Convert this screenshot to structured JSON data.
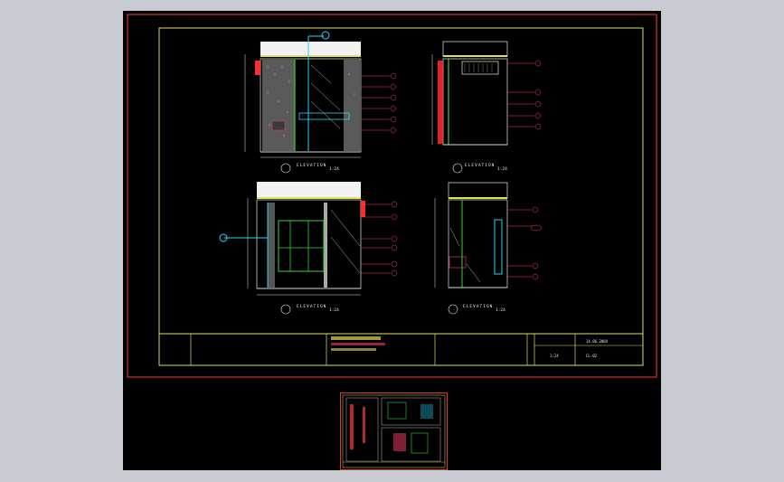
{
  "colors": {
    "background": "#000000",
    "outer_border": "#ff3b3b",
    "frame": "#e0e05a",
    "cyan": "#27d6ff",
    "green": "#35d335",
    "magenta": "#ff3b6b",
    "white": "#e8e8e8"
  },
  "elevations": [
    {
      "label": "ELEVATION",
      "scale": "1:24"
    },
    {
      "label": "ELEVATION",
      "scale": "1:24"
    },
    {
      "label": "ELEVATION",
      "scale": "1:24"
    },
    {
      "label": "ELEVATION",
      "scale": "1:24"
    }
  ],
  "title_block": {
    "scale_value": "1:24",
    "sheet_id": "CL-02",
    "date": "14.06.2004"
  }
}
